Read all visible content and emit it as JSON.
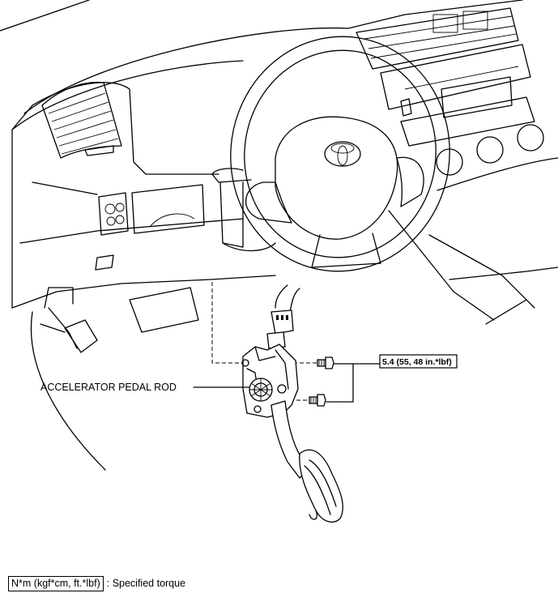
{
  "labels": {
    "pedal_rod": "ACCELERATOR PEDAL ROD",
    "torque_value": "5.4 (55, 48 in.*lbf)"
  },
  "legend": {
    "unit": "N*m (kgf*cm, ft.*lbf)",
    "description": ": Specified torque"
  }
}
